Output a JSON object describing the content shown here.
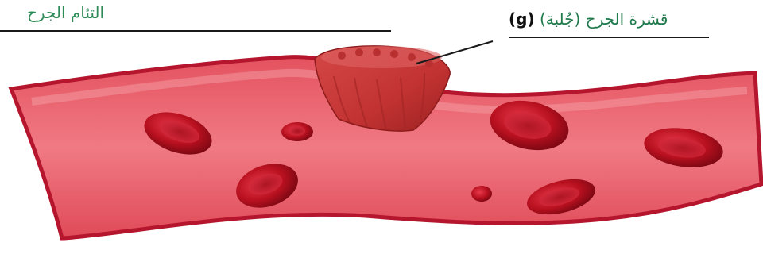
{
  "heading": "التئام الجرح",
  "label": {
    "text": "قشرة الجرح (جُلبة)",
    "tag": "(g)"
  },
  "colors": {
    "heading": "#2e8b57",
    "label": "#1f7a4c",
    "vessel": "#d9374a",
    "vessel_edge": "#b5162d",
    "cell": "#c7152c",
    "scab": "#c83a3a"
  }
}
